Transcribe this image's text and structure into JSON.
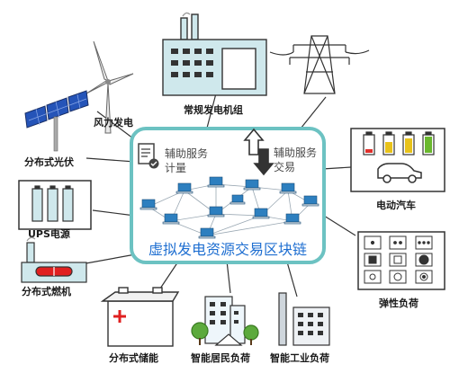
{
  "center": {
    "service_metering_line1": "辅助服务",
    "service_metering_line2": "计量",
    "service_trading_line1": "辅助服务",
    "service_trading_line2": "交易",
    "title": "虚拟发电资源交易区块链"
  },
  "nodes": {
    "wind": "风力发电",
    "conventional": "常规发电机组",
    "solar": "分布式光伏",
    "ev": "电动汽车",
    "ups": "UPS电源",
    "elastic_load": "弹性负荷",
    "gas_turbine": "分布式燃机",
    "storage": "分布式储能",
    "residential": "智能居民负荷",
    "industrial": "智能工业负荷"
  },
  "colors": {
    "accent_blue": "#1f6fd1",
    "hub_border": "#6cc2c2",
    "battery_red": "#e0302c",
    "battery_yellow": "#e8c21a",
    "battery_green": "#6ab82e",
    "storage_red": "#e02020",
    "tree_green": "#5caa3c"
  }
}
